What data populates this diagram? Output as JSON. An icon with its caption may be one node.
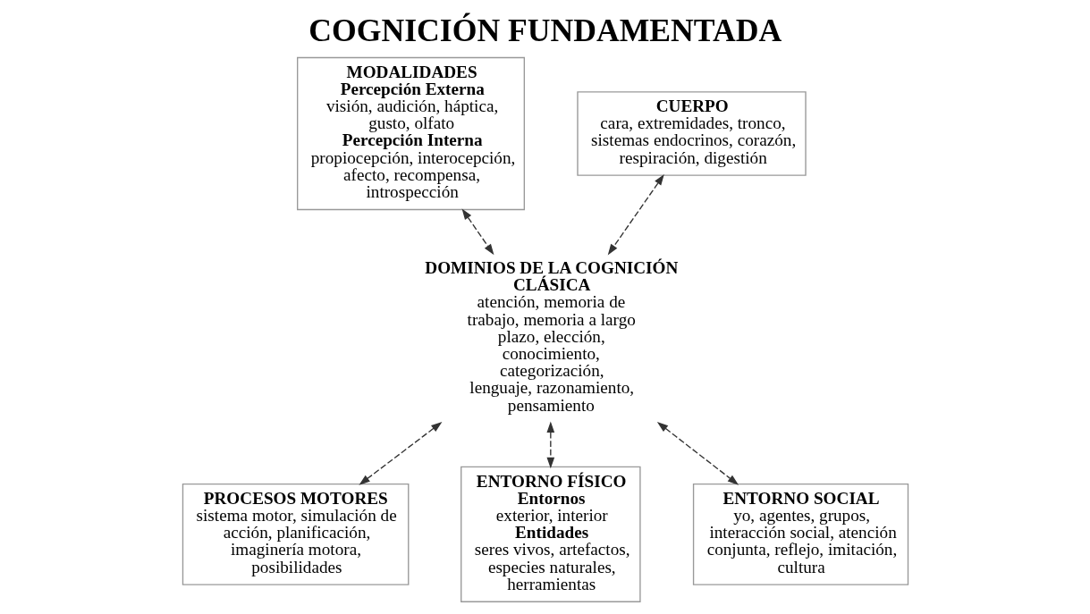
{
  "diagram": {
    "title": "COGNICIÓN FUNDAMENTADA",
    "nodes": [
      {
        "text": [
          "MODALIDADES",
          "Percepción Externa",
          "visión, audición, háptica, gusto, olfato",
          "Percepción Interna",
          "propiocepción, interocepción, afecto, recompensa, introspección"
        ]
      },
      {
        "text": [
          "CUERPO",
          "cara, extremidades, tronco, sistemas endocrinos, corazón, respiración, digestión"
        ]
      },
      {
        "text": [
          "DOMINIOS DE LA COGNICIÓN CLÁSICA",
          "atención, memoria de trabajo, memoria a largo plazo, elección, conocimiento, categorización, lenguaje, razonamiento, pensamiento"
        ]
      },
      {
        "text": [
          "PROCESOS MOTORES",
          "sistema motor, simulación de acción, planificación, imaginería motora, posibilidades"
        ]
      },
      {
        "text": [
          "ENTORNO FÍSICO",
          "Entornos",
          "exterior, interior",
          "Entidades",
          "seres vivos, artefactos, especies naturales, herramientas"
        ]
      },
      {
        "text": [
          "ENTORNO SOCIAL",
          "yo, agentes, grupos, interacción social, atención conjunta, reflejo, imitación, cultura"
        ]
      }
    ],
    "edges": [
      {
        "from": 0,
        "to": 2,
        "arrow": "both",
        "style": "dashed"
      },
      {
        "from": 1,
        "to": 2,
        "arrow": "both",
        "style": "dashed"
      },
      {
        "from": 2,
        "to": 3,
        "arrow": "both",
        "style": "dashed"
      },
      {
        "from": 2,
        "to": 4,
        "arrow": "both",
        "style": "dashed"
      },
      {
        "from": 2,
        "to": 5,
        "arrow": "both",
        "style": "dashed"
      }
    ]
  }
}
